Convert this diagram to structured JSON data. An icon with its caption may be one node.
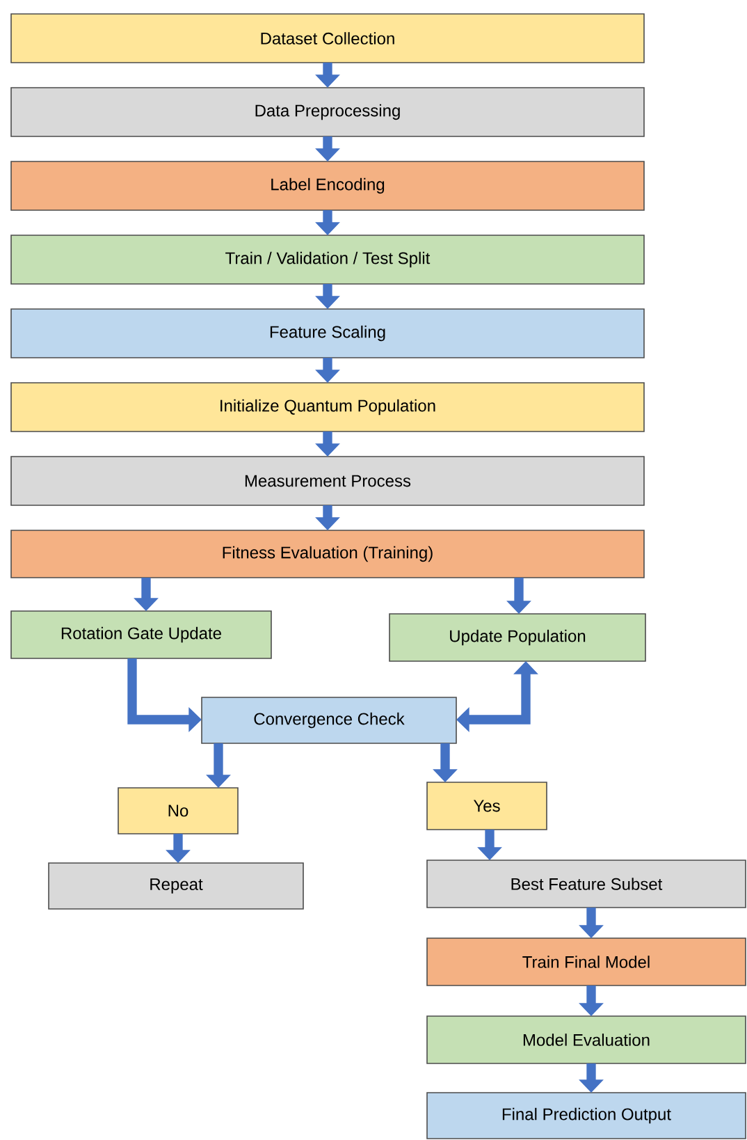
{
  "diagram": {
    "nodes": [
      {
        "text": [
          "Dataset Collection"
        ]
      },
      {
        "text": [
          "Data Preprocessing"
        ]
      },
      {
        "text": [
          "Label Encoding"
        ]
      },
      {
        "text": [
          "Train / Validation / Test Split"
        ]
      },
      {
        "text": [
          "Feature Scaling"
        ]
      },
      {
        "text": [
          "Initialize Quantum Population"
        ]
      },
      {
        "text": [
          "Measurement Process"
        ]
      },
      {
        "text": [
          "Fitness Evaluation (Training)"
        ]
      },
      {
        "text": [
          "Rotation Gate Update"
        ]
      },
      {
        "text": [
          "Update Population"
        ]
      },
      {
        "text": [
          "Convergence Check"
        ]
      },
      {
        "text": [
          "No"
        ]
      },
      {
        "text": [
          "Yes"
        ]
      },
      {
        "text": [
          "Repeat"
        ]
      },
      {
        "text": [
          "Best Feature Subset"
        ]
      },
      {
        "text": [
          "Train Final Model"
        ]
      },
      {
        "text": [
          "Model Evaluation"
        ]
      },
      {
        "text": [
          "Final Prediction Output"
        ]
      }
    ],
    "edges": [
      {
        "from": 0,
        "to": 1,
        "arrow": "to"
      },
      {
        "from": 1,
        "to": 2,
        "arrow": "to"
      },
      {
        "from": 2,
        "to": 3,
        "arrow": "to"
      },
      {
        "from": 3,
        "to": 4,
        "arrow": "to"
      },
      {
        "from": 4,
        "to": 5,
        "arrow": "to"
      },
      {
        "from": 5,
        "to": 6,
        "arrow": "to"
      },
      {
        "from": 6,
        "to": 7,
        "arrow": "to"
      },
      {
        "from": 7,
        "to": 8,
        "arrow": "to"
      },
      {
        "from": 7,
        "to": 9,
        "arrow": "to"
      },
      {
        "from": 8,
        "to": 10,
        "arrow": "to"
      },
      {
        "from": 10,
        "to": 9,
        "arrow": "both"
      },
      {
        "from": 10,
        "to": 11,
        "arrow": "to"
      },
      {
        "from": 10,
        "to": 12,
        "arrow": "to"
      },
      {
        "from": 11,
        "to": 13,
        "arrow": "to"
      },
      {
        "from": 12,
        "to": 14,
        "arrow": "to"
      },
      {
        "from": 14,
        "to": 15,
        "arrow": "to"
      },
      {
        "from": 15,
        "to": 16,
        "arrow": "to"
      },
      {
        "from": 16,
        "to": 17,
        "arrow": "to"
      }
    ]
  }
}
